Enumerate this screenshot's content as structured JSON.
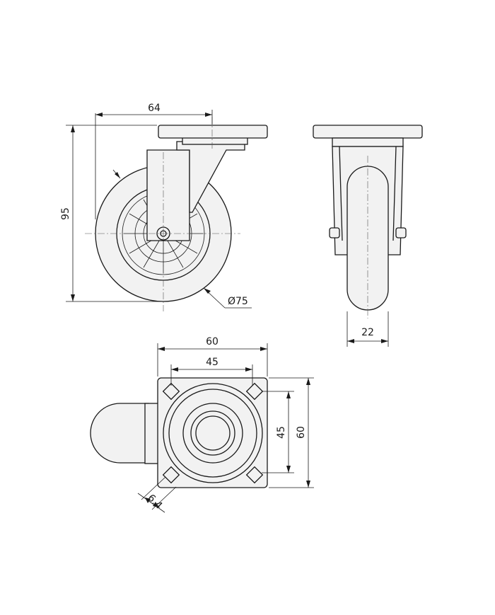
{
  "dimensions": {
    "top_width": "64",
    "height": "95",
    "wheel_diameter": "Ø75",
    "wheel_width": "22",
    "plate_width": "60",
    "bolt_spacing_horizontal": "45",
    "bolt_spacing_vertical": "45",
    "plate_height": "60",
    "hole_diameter": "6.4"
  }
}
